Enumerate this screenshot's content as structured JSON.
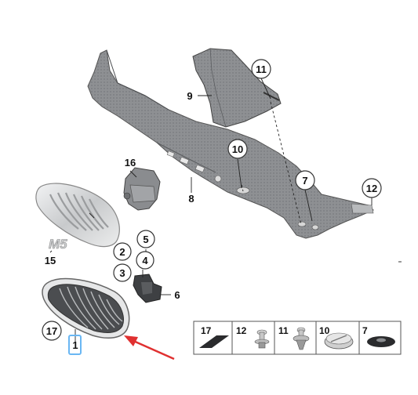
{
  "callouts": {
    "c1": "1",
    "c2": "2",
    "c3": "3",
    "c4": "4",
    "c5": "5",
    "c6": "6",
    "c7": "7",
    "c8": "8",
    "c9": "9",
    "c10": "10",
    "c11": "11",
    "c12": "12",
    "c15": "15",
    "c16": "16",
    "c17": "17"
  },
  "legend": [
    "17",
    "12",
    "11",
    "10",
    "7"
  ],
  "colors": {
    "part_fill": "#8d8f92",
    "part_light": "#b9bbbd",
    "chrome": "#d7d9db",
    "highlight": "#6ab7f3",
    "arrow": "#e03030",
    "badge_blue": "#1c6fd1",
    "badge_purple": "#6b2a8a",
    "badge_red": "#e3262e"
  },
  "icons": [
    "callout-circle",
    "highlight-box",
    "red-arrow"
  ]
}
